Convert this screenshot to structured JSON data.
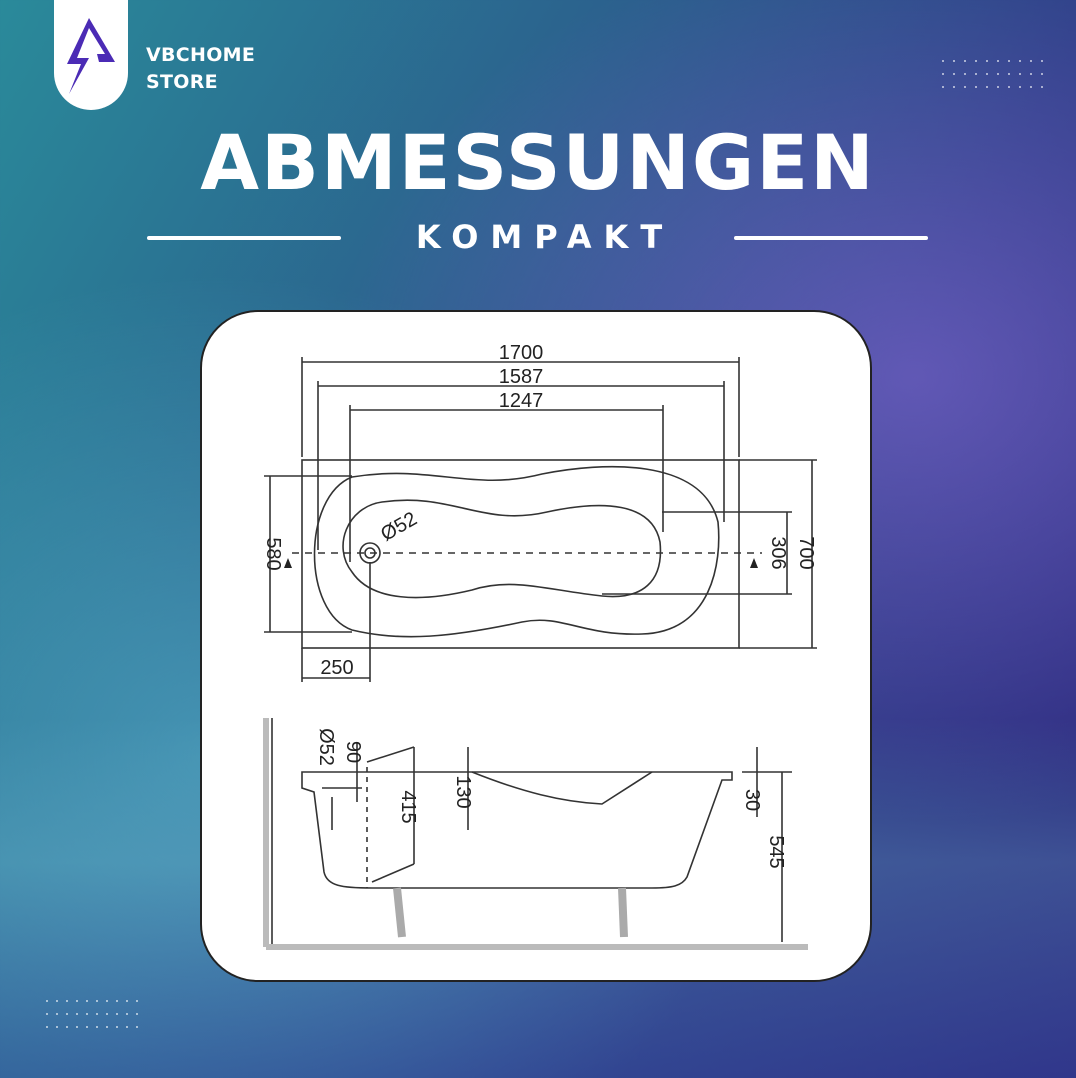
{
  "brand": {
    "line1": "VBCHOME",
    "line2": "STORE",
    "logo_icon": "lightning-bolt-icon",
    "logo_color": "#4b2bb5"
  },
  "header": {
    "title": "ABMESSUNGEN",
    "subtitle": "KOMPAKT"
  },
  "top_view": {
    "overall_length": "1700",
    "rim_length": "1587",
    "basin_length": "1247",
    "inner_width": "580",
    "drain_diameter": "Ø52",
    "drain_offset": "250",
    "basin_width": "306",
    "overall_width": "700"
  },
  "side_view": {
    "overflow_diameter": "Ø52",
    "overflow_offset": "90",
    "depth": "415",
    "armrest_depth": "130",
    "rim_height": "30",
    "total_height": "545"
  }
}
